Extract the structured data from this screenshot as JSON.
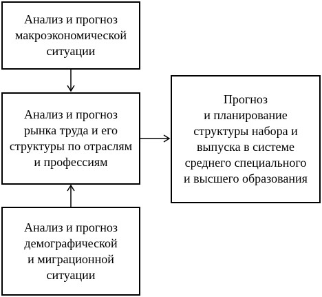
{
  "diagram": {
    "nodes": {
      "macro": "Анализ и прогноз\nмакроэкономической\nситуации",
      "labor": "Анализ и прогноз\nрынка труда и его\nструктуры по отраслям\nи профессиям",
      "demo": "Анализ и прогноз\nдемографической\nи миграционной\nситуации",
      "planning": "Прогноз\nи планирование\nструктуры набора и\nвыпуска в системе\nсреднего специального\nи высшего образования"
    },
    "edges": [
      {
        "from": "macro",
        "to": "labor"
      },
      {
        "from": "demo",
        "to": "labor"
      },
      {
        "from": "labor",
        "to": "planning"
      }
    ]
  }
}
